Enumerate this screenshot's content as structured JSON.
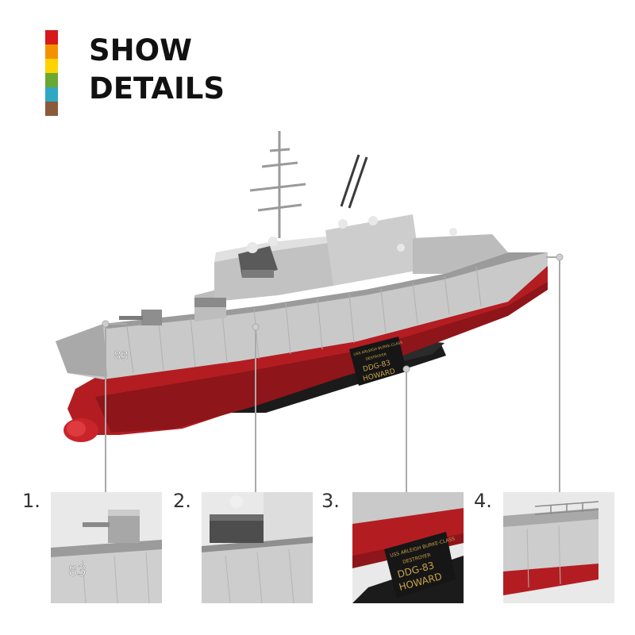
{
  "heading": {
    "line1": "SHOW",
    "line2": "DETAILS"
  },
  "color_bar": [
    "#d7191c",
    "#f39200",
    "#ffd200",
    "#6aa832",
    "#2fa8c4",
    "#8a5a3a"
  ],
  "ship": {
    "hull_number": "83",
    "plaque": {
      "line1": "USS ARLEIGH BURKE-CLASS",
      "line2": "DESTROYER",
      "line3": "DDG-83",
      "line4": "HOWARD"
    }
  },
  "details": [
    {
      "label": "1."
    },
    {
      "label": "2."
    },
    {
      "label": "3."
    },
    {
      "label": "4."
    }
  ]
}
